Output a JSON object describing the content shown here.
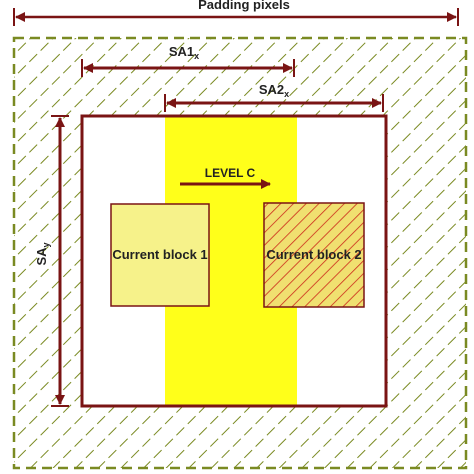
{
  "labels": {
    "padding": "Padding pixels",
    "sa1_main": "SA1",
    "sa1_sub": "x",
    "sa2_main": "SA2",
    "sa2_sub": "x",
    "say_main": "SA",
    "say_sub": "y",
    "level": "LEVEL C",
    "block1": "Current block 1",
    "block2": "Current block 2"
  },
  "colors": {
    "frame": "#7a1414",
    "hatch_padding": "#7a8a22",
    "yellow_band": "#ffff1a",
    "block1_fill": "#f6f28a",
    "block2_fill": "#f0e070",
    "block2_hatch": "#cc2a1a",
    "arrow": "#7a1414",
    "text": "#222222"
  },
  "icons": {
    "dimension_arrow": "double-headed-arrow",
    "direction_arrow": "right-arrow"
  }
}
